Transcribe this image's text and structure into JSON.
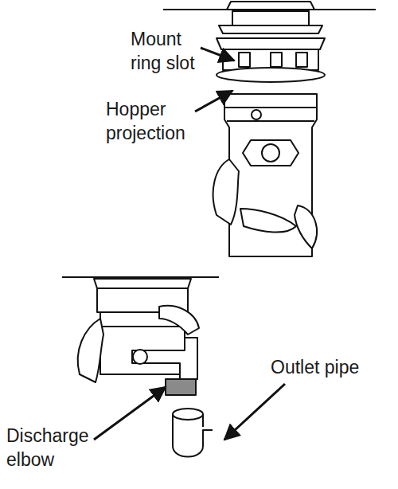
{
  "diagram": {
    "labels": [
      "Mount ring slot",
      "Hopper projection",
      "Outlet pipe",
      "Discharge elbow"
    ]
  }
}
